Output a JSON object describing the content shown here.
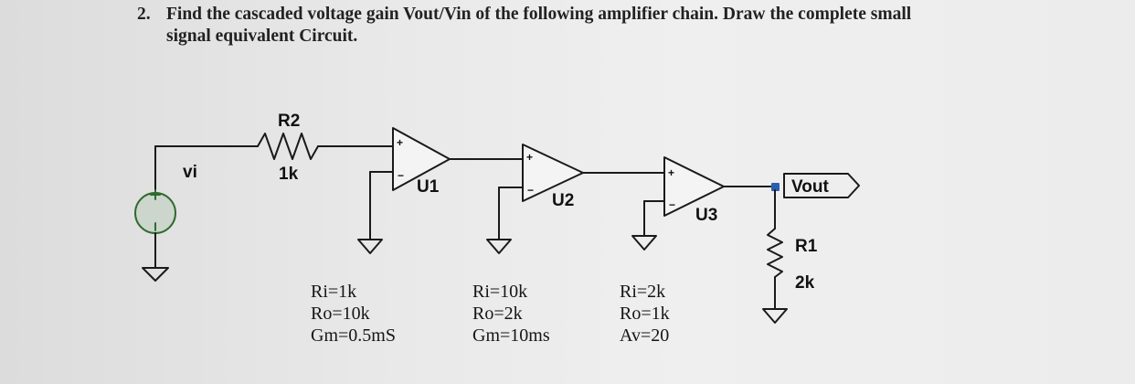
{
  "question": {
    "number": "2.",
    "line1": "Find the cascaded voltage gain Vout/Vin of the following amplifier chain. Draw the complete small",
    "line2": "signal equivalent Circuit."
  },
  "labels": {
    "source": "vi",
    "r2_name": "R2",
    "r2_value": "1k",
    "u1": "U1",
    "u2": "U2",
    "u3": "U3",
    "vout": "Vout",
    "r1_name": "R1",
    "r1_value": "2k",
    "plus": "+",
    "minus": "−"
  },
  "stages": [
    {
      "line1": "Ri=1k",
      "line2": "Ro=10k",
      "line3": "Gm=0.5mS"
    },
    {
      "line1": "Ri=10k",
      "line2": "Ro=2k",
      "line3": "Gm=10ms"
    },
    {
      "line1": "Ri=2k",
      "line2": "Ro=1k",
      "line3": "Av=20"
    }
  ]
}
